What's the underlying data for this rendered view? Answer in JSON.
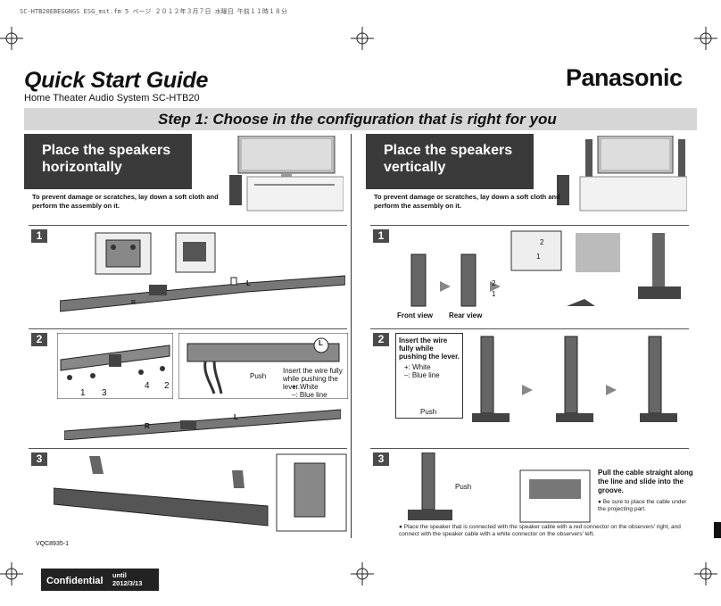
{
  "print_header": "SC-HTB20EBEGGNGS ESG_mst.fm  5 ページ  ２０１２年３月７日  水曜日  午前１１時１８分",
  "title": "Quick Start Guide",
  "subtitle": "Home Theater Audio System SC-HTB20",
  "brand": "Panasonic",
  "step_heading": "Step 1: Choose in the configuration that is right for you",
  "left": {
    "heading_line1": "Place the speakers",
    "heading_line2": "horizontally",
    "caution": "To prevent damage or scratches, lay down a soft cloth and perform the assembly on it.",
    "steps": [
      "1",
      "2",
      "3"
    ],
    "step2_numbers": [
      "1",
      "3",
      "4",
      "2"
    ],
    "connector_letter_l": "L",
    "connector_letter_r": "R",
    "push": "Push",
    "wire_instruction": "Insert the wire fully while pushing the lever.",
    "white": "+: White",
    "blue": "–: Blue line"
  },
  "right": {
    "heading_line1": "Place the speakers",
    "heading_line2": "vertically",
    "caution": "To prevent damage or scratches, lay down a soft cloth and perform the assembly on it.",
    "steps": [
      "1",
      "2",
      "3"
    ],
    "front_view": "Front view",
    "rear_view": "Rear view",
    "markers": [
      "2",
      "1",
      "2",
      "1"
    ],
    "wire_instruction": "Insert the wire fully while pushing the lever.",
    "white": "+: White",
    "blue": "–: Blue line",
    "push": "Push",
    "push3": "Push",
    "cable_instruction": "Pull the cable straight along the line and slide into the groove.",
    "cable_note": "Be sure to place the cable under the projecting part.",
    "footnote": "Place the speaker that is connected with the speaker cable with a red connector on the observers' right, and connect with the speaker cable with a white connector on the observers' left."
  },
  "doc_code": "VQC8935-1",
  "confidential": "Confidential",
  "until_label": "until",
  "until_date": "2012/3/13"
}
